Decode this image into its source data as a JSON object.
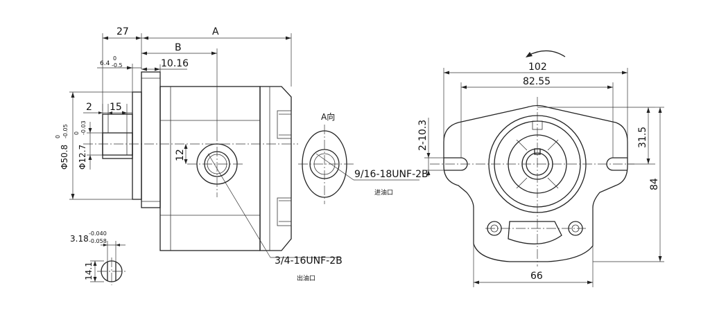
{
  "dimensions": {
    "d27": "27",
    "dA": "A",
    "dB": "B",
    "d1016": "10.16",
    "d64": "6.4",
    "d64_tol_upper": "0",
    "d64_tol_lower": "-0.5",
    "d2": "2",
    "d15": "15",
    "d508": "Φ50.8",
    "d508_tol_upper": "0",
    "d508_tol_lower": "-0.05",
    "d127": "Φ12.7",
    "d127_tol_upper": "0",
    "d127_tol_lower": "-0.03",
    "d12": "12",
    "d318": "3.18",
    "d318_tol_upper": "-0.040",
    "d318_tol_lower": "-0.058",
    "d141": "14.1",
    "d102": "102",
    "d8255": "82.55",
    "d2_103": "2-10.3",
    "d315": "31.5",
    "d84": "84",
    "d66": "66"
  },
  "labels": {
    "view_a": "A向",
    "inlet_thread": "9/16-18UNF-2B",
    "inlet_port": "进油口",
    "outlet_thread": "3/4-16UNF-2B",
    "outlet_port": "出油口"
  }
}
